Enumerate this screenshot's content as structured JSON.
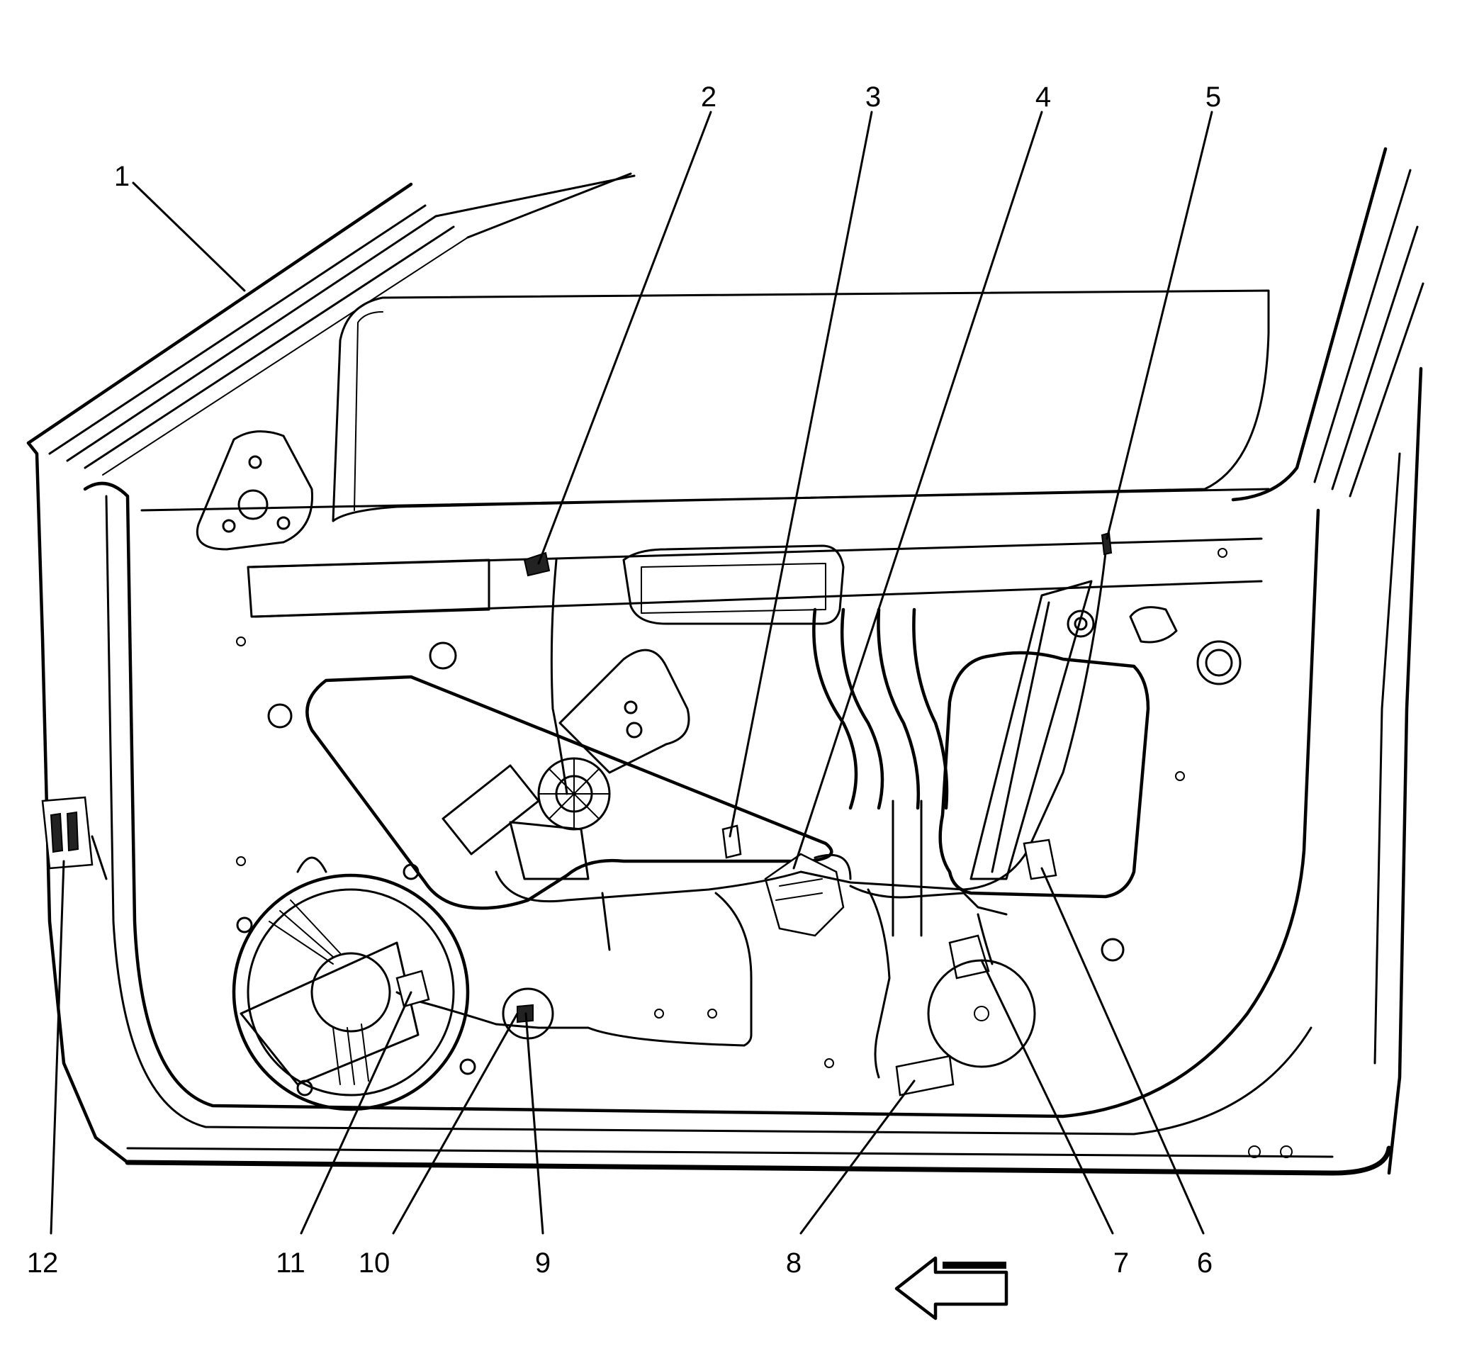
{
  "callouts": [
    {
      "id": "1",
      "label": "1"
    },
    {
      "id": "2",
      "label": "2"
    },
    {
      "id": "3",
      "label": "3"
    },
    {
      "id": "4",
      "label": "4"
    },
    {
      "id": "5",
      "label": "5"
    },
    {
      "id": "6",
      "label": "6"
    },
    {
      "id": "7",
      "label": "7"
    },
    {
      "id": "8",
      "label": "8"
    },
    {
      "id": "9",
      "label": "9"
    },
    {
      "id": "10",
      "label": "10"
    },
    {
      "id": "11",
      "label": "11"
    },
    {
      "id": "12",
      "label": "12"
    }
  ],
  "direction_arrow": {
    "points": "left"
  },
  "colors": {
    "line": "#000000",
    "background": "#ffffff"
  }
}
